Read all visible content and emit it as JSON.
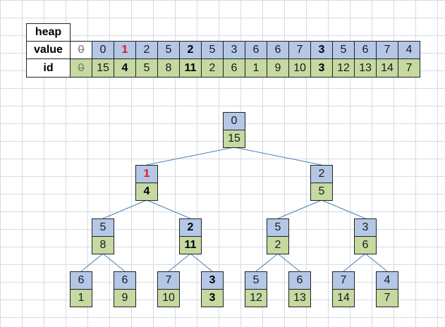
{
  "table": {
    "heap_label": "heap",
    "value_label": "value",
    "id_label": "id",
    "placeholder": "0",
    "values": [
      "0",
      "1",
      "2",
      "5",
      "2",
      "5",
      "3",
      "6",
      "6",
      "7",
      "3",
      "5",
      "6",
      "7",
      "4"
    ],
    "ids": [
      "15",
      "4",
      "5",
      "8",
      "11",
      "2",
      "6",
      "1",
      "9",
      "10",
      "3",
      "12",
      "13",
      "14",
      "7"
    ],
    "value_styles": [
      "",
      "red",
      "",
      "",
      "bold",
      "",
      "",
      "",
      "",
      "",
      "bold",
      "",
      "",
      "",
      ""
    ],
    "id_styles": [
      "",
      "bold",
      "",
      "",
      "bold",
      "",
      "",
      "",
      "",
      "",
      "bold",
      "",
      "",
      "",
      ""
    ]
  },
  "tree": {
    "nodes": [
      {
        "value": "0",
        "id": "15",
        "vstyle": "",
        "istyle": ""
      },
      {
        "value": "1",
        "id": "4",
        "vstyle": "red",
        "istyle": "bold"
      },
      {
        "value": "2",
        "id": "5",
        "vstyle": "",
        "istyle": ""
      },
      {
        "value": "5",
        "id": "8",
        "vstyle": "",
        "istyle": ""
      },
      {
        "value": "2",
        "id": "11",
        "vstyle": "bold",
        "istyle": "bold"
      },
      {
        "value": "5",
        "id": "2",
        "vstyle": "",
        "istyle": ""
      },
      {
        "value": "3",
        "id": "6",
        "vstyle": "",
        "istyle": ""
      },
      {
        "value": "6",
        "id": "1",
        "vstyle": "",
        "istyle": ""
      },
      {
        "value": "6",
        "id": "9",
        "vstyle": "",
        "istyle": ""
      },
      {
        "value": "7",
        "id": "10",
        "vstyle": "",
        "istyle": ""
      },
      {
        "value": "3",
        "id": "3",
        "vstyle": "bold",
        "istyle": "bold"
      },
      {
        "value": "5",
        "id": "12",
        "vstyle": "",
        "istyle": ""
      },
      {
        "value": "6",
        "id": "13",
        "vstyle": "",
        "istyle": ""
      },
      {
        "value": "7",
        "id": "14",
        "vstyle": "",
        "istyle": ""
      },
      {
        "value": "4",
        "id": "7",
        "vstyle": "",
        "istyle": ""
      }
    ]
  },
  "colors": {
    "value_fill": "#b4c7e7",
    "id_fill": "#c5d9a1",
    "edge": "#4a7fb5",
    "highlight": "#e8141f"
  }
}
